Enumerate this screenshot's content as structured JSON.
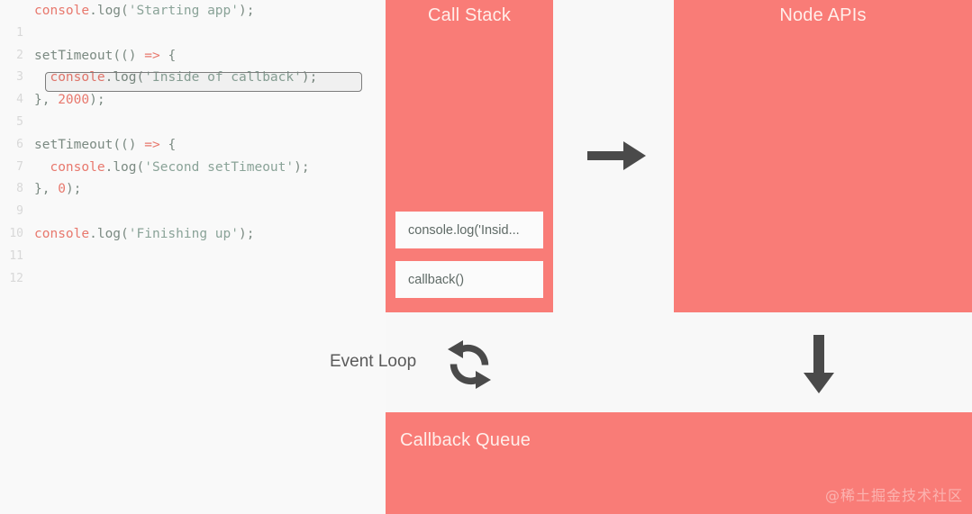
{
  "editor": {
    "name": "code-editor",
    "line_numbers": [
      "1",
      "2",
      "3",
      "4",
      "5",
      "6",
      "7",
      "8",
      "9",
      "10",
      "11",
      "12"
    ],
    "lines": [
      {
        "n": "1",
        "text": "console.log('Starting app');"
      },
      {
        "n": "2",
        "text": ""
      },
      {
        "n": "3",
        "text": "setTimeout(() => {"
      },
      {
        "n": "4",
        "text": "  console.log('Inside of callback');"
      },
      {
        "n": "5",
        "text": "}, 2000);"
      },
      {
        "n": "6",
        "text": ""
      },
      {
        "n": "7",
        "text": "setTimeout(() => {"
      },
      {
        "n": "8",
        "text": "  console.log('Second setTimeout');"
      },
      {
        "n": "9",
        "text": "}, 0);"
      },
      {
        "n": "10",
        "text": ""
      },
      {
        "n": "11",
        "text": "console.log('Finishing up');"
      },
      {
        "n": "12",
        "text": ""
      }
    ],
    "highlighted_line": "4"
  },
  "call_stack": {
    "title": "Call Stack",
    "frames": [
      {
        "label": "console.log('Insid..."
      },
      {
        "label": "callback()"
      }
    ]
  },
  "node_apis": {
    "title": "Node APIs",
    "items": []
  },
  "callback_queue": {
    "title": "Callback Queue",
    "items": []
  },
  "event_loop": {
    "label": "Event Loop",
    "icon": "loop-refresh-icon"
  },
  "arrows": {
    "stack_to_apis": "arrow-right-icon",
    "apis_to_queue": "arrow-down-icon"
  },
  "watermark": {
    "text": "@稀土掘金技术社区"
  },
  "colors": {
    "panel": "#f97c77",
    "panel_title": "#ffeeea",
    "background": "#f8f8f8",
    "frame_bg": "#fbfbfb",
    "arrow": "#4a4a4a",
    "code_object": "#e8786d",
    "code_string": "#8aa398",
    "code_punct": "#7b8a82"
  }
}
